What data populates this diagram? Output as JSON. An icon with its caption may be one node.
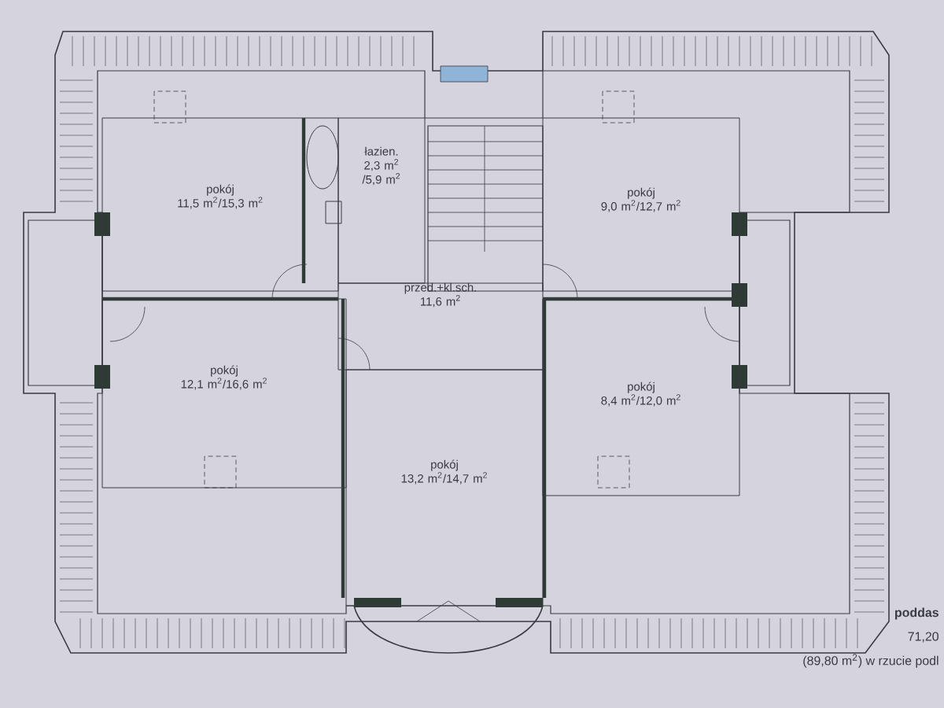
{
  "diagram": {
    "nodes": [
      {
        "text": [
          "pokój",
          "11,5 m$^{2}$/15,3 m$^{2}$"
        ]
      },
      {
        "text": [
          "łazien.",
          "2,3 m$^{2}$ /5,9 m$^{2}$"
        ]
      },
      {
        "text": [
          "pokój",
          "9,0 m$^{2}$/12,7 m$^{2}$"
        ]
      },
      {
        "text": [
          "przed.+kl.sch.",
          "11,6 m$^{2}$"
        ]
      },
      {
        "text": [
          "pokój",
          "12,1 m$^{2}$/16,6 m$^{2}$"
        ]
      },
      {
        "text": [
          "pokój",
          "8,4 m$^{2}$/12,0 m$^{2}$"
        ]
      },
      {
        "text": [
          "pokój",
          "13,2 m$^{2}$/14,7 m$^{2}$"
        ]
      }
    ],
    "labels": [
      "poddas",
      "71,20",
      "(89,80 m$^{2}$) w rzucie podl"
    ]
  }
}
